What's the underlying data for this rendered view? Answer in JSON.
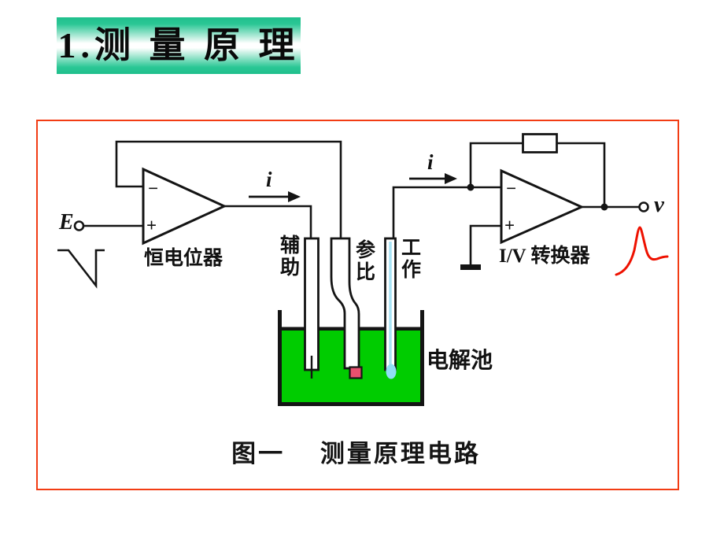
{
  "slide": {
    "title": "1.测 量 原 理"
  },
  "figure": {
    "caption": "图一　 测量原理电路",
    "labels": {
      "source": "E",
      "potentiostat": "恒电位器",
      "current_left": "i",
      "current_right": "i",
      "electrode_aux": "辅助",
      "electrode_ref": "参比",
      "electrode_work": "工作",
      "cell": "电解池",
      "iv_converter": "I/V 转换器",
      "output": "v",
      "minus": "−",
      "plus": "+"
    },
    "colors": {
      "frame_border": "#f23c14",
      "electrolyte_green": "#00cc00",
      "reference_tip_pink": "#e8506e",
      "mercury_drop_cyan": "#8fdef5",
      "response_curve_red": "#ee1100",
      "title_gradient_green": "#2bc795",
      "ink": "#141414"
    }
  }
}
